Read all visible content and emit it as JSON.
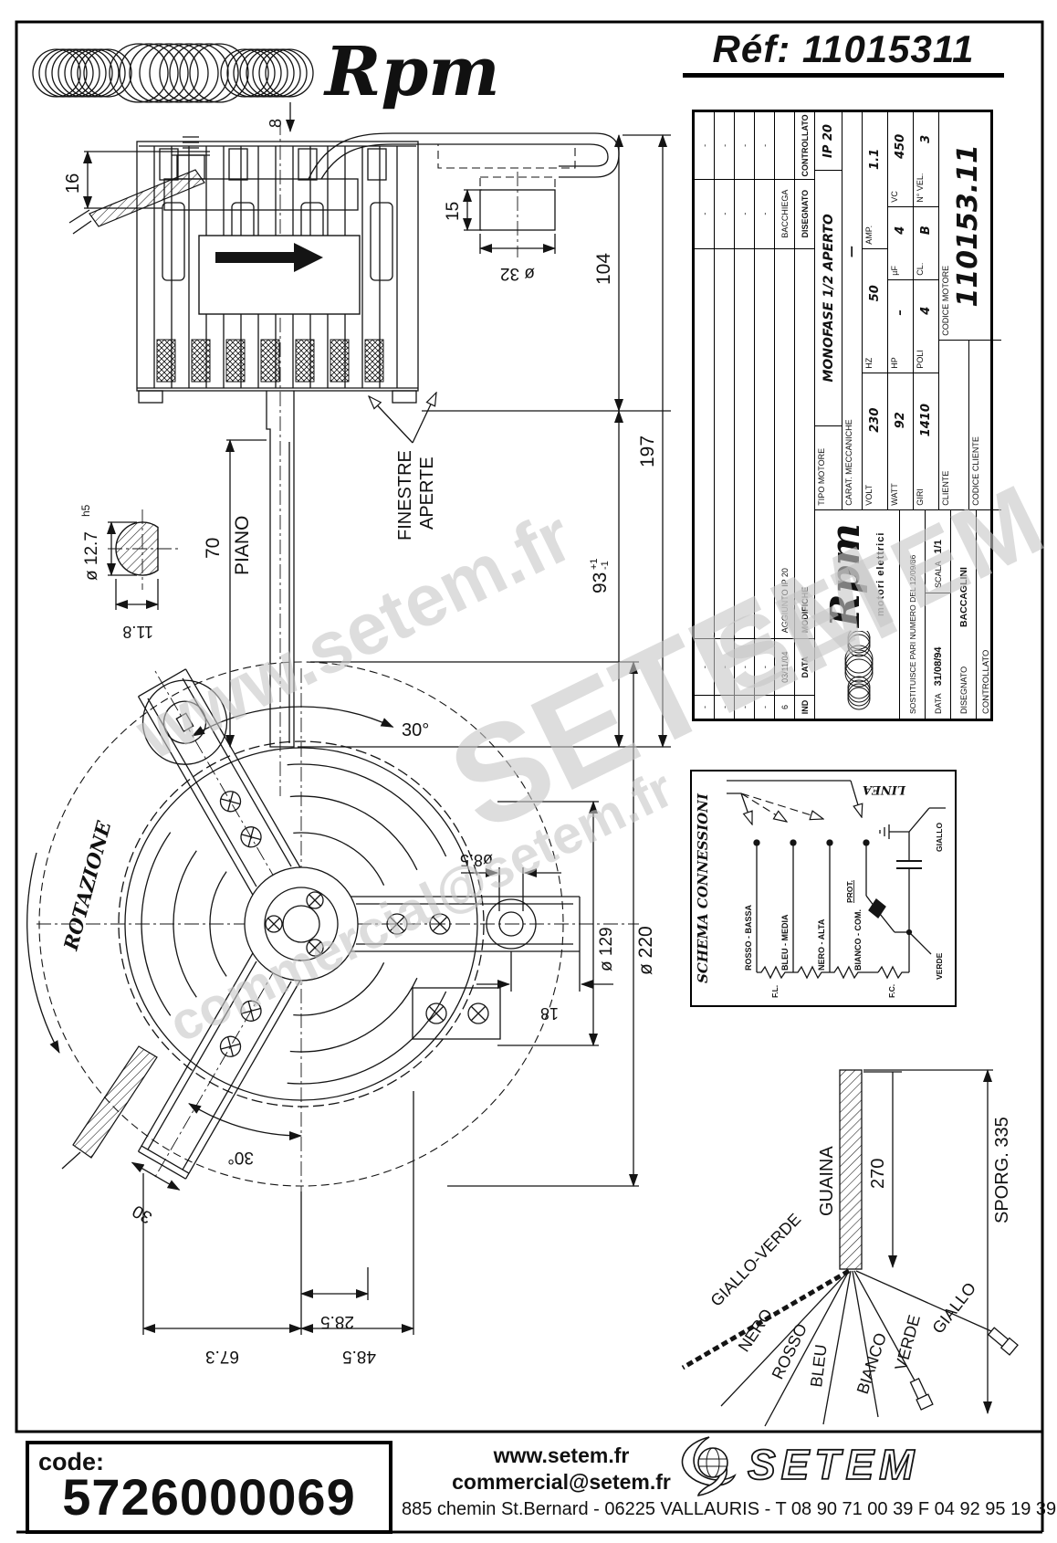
{
  "page": {
    "ref": "Réf: 11015311"
  },
  "logo": {
    "name": "Rpm",
    "sub": "motori elettrici"
  },
  "watermarks": {
    "w1": "www.setem.fr",
    "w2": "SETEM",
    "w3": "commercial@setem.fr",
    "w4": "SETEM"
  },
  "titleblock": {
    "revisions": {
      "headers": {
        "ind": "IND",
        "data": "DATA",
        "modifiche": "MODIFICHE",
        "disegnato": "DISEGNATO",
        "controllato": "CONTROLLATO"
      },
      "rows": [
        {
          "ind": "-",
          "data": "-",
          "mod": "",
          "dis": "-",
          "con": "-"
        },
        {
          "ind": "-",
          "data": "-",
          "mod": "",
          "dis": "-",
          "con": "-"
        },
        {
          "ind": "-",
          "data": "-",
          "mod": "",
          "dis": "-",
          "con": "-"
        },
        {
          "ind": "-",
          "data": "-",
          "mod": "",
          "dis": "-",
          "con": "-"
        },
        {
          "ind": "6",
          "data": "03/11/04",
          "mod": "AGGIUNTO IP 20",
          "dis": "BACCHIEGA",
          "con": ""
        }
      ]
    },
    "company": {
      "logo": "Rpm",
      "sub": "motori elettrici",
      "sostituisce": "SOSTITUISCE PARI NUMERO DEL 12/09/86",
      "data_label": "DATA",
      "data_value": "31/08/94",
      "scala_label": "SCALA",
      "scala_value": "1/1",
      "disegnato_label": "DISEGNATO",
      "disegnato_value": "BACCAGLINI",
      "controllato_label": "CONTROLLATO"
    },
    "specs": {
      "tipo_label": "TIPO MOTORE",
      "tipo_value": "MONOFASE 1/2 APERTO",
      "ip": "IP 20",
      "carat_label": "CARAT. MECCANICHE",
      "carat_value": "—",
      "volt_label": "VOLT",
      "volt": "230",
      "hz_label": "HZ",
      "hz": "50",
      "amp_label": "AMP.",
      "amp": "1.1",
      "watt_label": "WATT",
      "watt": "92",
      "hp_label": "HP",
      "hp": "–",
      "uf_label": "µF",
      "uf": "4",
      "vc_label": "VC",
      "vc": "450",
      "giri_label": "GIRI",
      "giri": "1410",
      "poli_label": "POLI",
      "poli": "4",
      "cl_label": "CL.",
      "cl": "B",
      "vel_label": "N° VEL.",
      "vel": "3",
      "cliente_label": "CLIENTE",
      "codice_motore_label": "CODICE MOTORE",
      "codice_motore": "110153.11",
      "codice_cliente_label": "CODICE CLIENTE"
    }
  },
  "schema": {
    "title": "SCHEMA CONNESSIONI",
    "linea": "LINEA",
    "wires": [
      "ROSSO - BASSA",
      "BLEU - MEDIA",
      "NERO - ALTA",
      "BIANCO - COM."
    ],
    "prot": "PROT.",
    "verde": "VERDE",
    "giallo": "GIALLO",
    "fl": "F.L.",
    "fc": "F.C."
  },
  "side_view": {
    "dims": {
      "d16": "16",
      "d8": "8",
      "d15": "15",
      "d32": "ø 32",
      "d104": "104",
      "d197": "197",
      "d93": "93",
      "tol_plus": "+1",
      "tol_minus": "-1",
      "d70": "70",
      "piano": "PIANO",
      "d127": "ø 12.7",
      "h5": "h5",
      "d118": "11.8"
    },
    "finestre": "FINESTRE",
    "aperte": "APERTE"
  },
  "front_view": {
    "dims": {
      "a30_top": "30°",
      "a30_bottom": "30°",
      "d30": "30",
      "d67": "67.3",
      "d48": "48.5",
      "d28": "28.5",
      "d18": "18",
      "d85": "ø8.5",
      "d129": "ø 129",
      "d220": "ø 220"
    },
    "rotazione": "ROTAZIONE"
  },
  "harness": {
    "guaina": "GUAINA",
    "d270": "270",
    "sporg": "SPORG. 335",
    "wires": [
      "GIALLO-VERDE",
      "NERO",
      "ROSSO",
      "BLEU",
      "BIANCO",
      "VERDE",
      "GIALLO"
    ]
  },
  "footer": {
    "code_label": "code:",
    "code": "5726000069",
    "site": "www.setem.fr",
    "email": "commercial@setem.fr",
    "address": "885 chemin St.Bernard  -  06225 VALLAURIS  -  T 08 90 71 00 39   F 04 92 95 19 39",
    "brand": "SETEM"
  }
}
